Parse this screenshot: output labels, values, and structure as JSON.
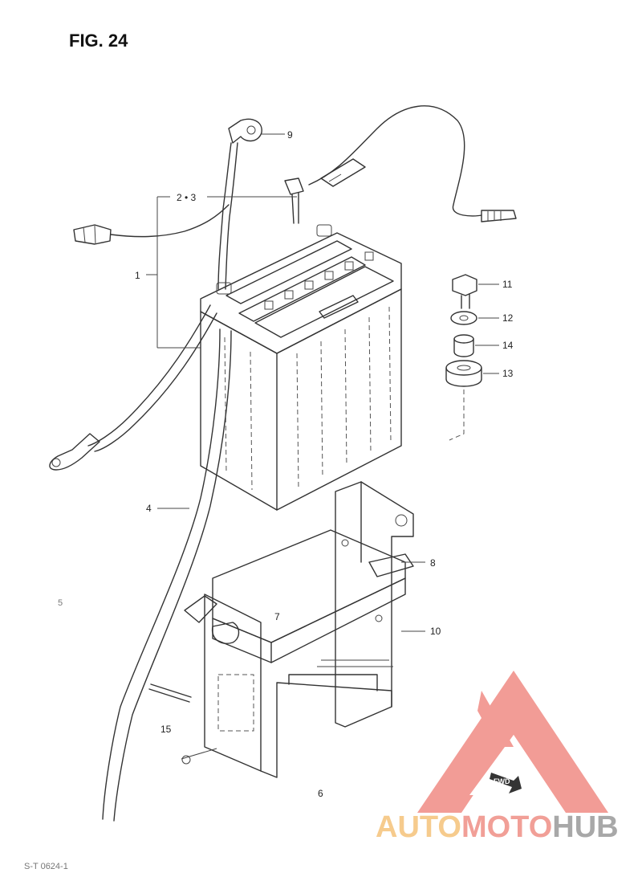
{
  "figure": {
    "title": "FIG. 24",
    "footer_code": "S-T 0624-1"
  },
  "callouts": [
    {
      "id": "c9",
      "label": "9"
    },
    {
      "id": "c23",
      "label": "2 • 3"
    },
    {
      "id": "c1",
      "label": "1"
    },
    {
      "id": "c11",
      "label": "11"
    },
    {
      "id": "c12",
      "label": "12"
    },
    {
      "id": "c14",
      "label": "14"
    },
    {
      "id": "c13",
      "label": "13"
    },
    {
      "id": "c4",
      "label": "4"
    },
    {
      "id": "c8",
      "label": "8"
    },
    {
      "id": "c10",
      "label": "10"
    },
    {
      "id": "c7",
      "label": "7"
    },
    {
      "id": "c5",
      "label": "5"
    },
    {
      "id": "c15",
      "label": "15"
    },
    {
      "id": "c6",
      "label": "6"
    }
  ],
  "fwd_tag": "FWD",
  "watermark": {
    "word_a": "AUTO",
    "word_b": "MOTO",
    "word_c": "HUB",
    "colors": {
      "a": "#f5c27a",
      "b": "#ef8f86",
      "c": "#9a9a9a",
      "logo": "#f08b84"
    }
  }
}
